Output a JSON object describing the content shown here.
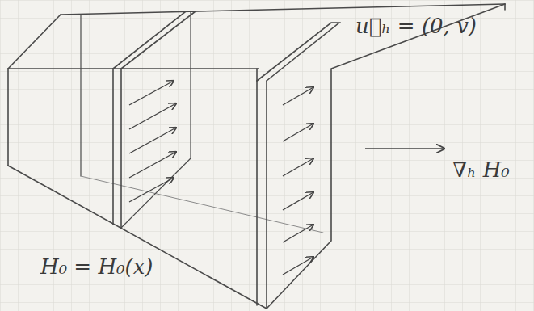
{
  "diagram": {
    "labels": [
      "u⃗ₕ = (0, v)",
      "∇ₕ H₀",
      "H₀ = H₀(x)"
    ]
  }
}
